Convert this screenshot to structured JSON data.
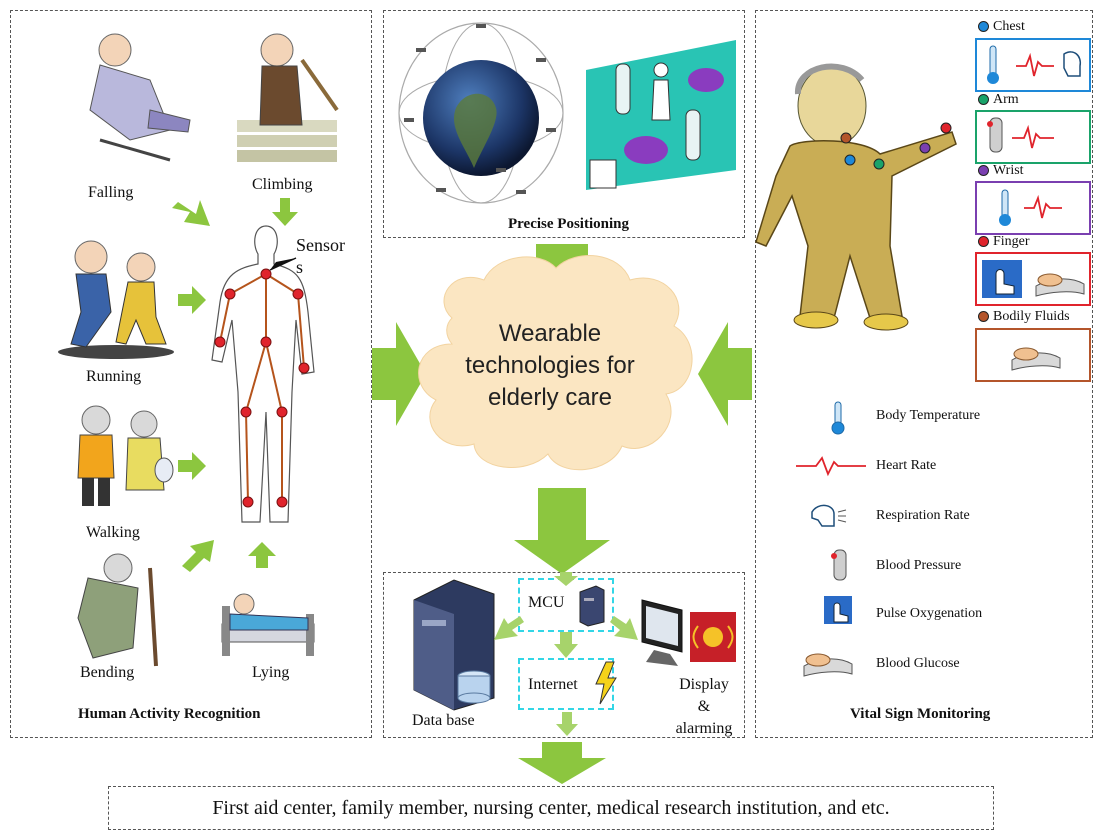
{
  "activity": {
    "title": "Human Activity Recognition",
    "labels": {
      "falling": "Falling",
      "climbing": "Climbing",
      "running": "Running",
      "walking": "Walking",
      "bending": "Bending",
      "lying": "Lying",
      "sensors": "Sensor\ns"
    }
  },
  "positioning": {
    "title": "Precise Positioning"
  },
  "center": {
    "text": "Wearable technologies for elderly care"
  },
  "processing": {
    "mcu": "MCU",
    "internet": "Internet",
    "database": "Data base",
    "display": "Display & alarming"
  },
  "vitals": {
    "title": "Vital Sign Monitoring",
    "locations": [
      {
        "name": "Chest",
        "color": "#1e88d8"
      },
      {
        "name": "Arm",
        "color": "#1aa36a"
      },
      {
        "name": "Wrist",
        "color": "#7a3fb0"
      },
      {
        "name": "Finger",
        "color": "#e0242c"
      },
      {
        "name": "Bodily Fluids",
        "color": "#b4552b"
      }
    ],
    "legend": [
      {
        "icon": "thermometer-icon",
        "label": "Body Temperature"
      },
      {
        "icon": "heart-rate-icon",
        "label": "Heart Rate"
      },
      {
        "icon": "respiration-icon",
        "label": "Respiration Rate"
      },
      {
        "icon": "blood-pressure-icon",
        "label": "Blood Pressure"
      },
      {
        "icon": "pulse-oximeter-icon",
        "label": "Pulse Oxygenation"
      },
      {
        "icon": "glucose-meter-icon",
        "label": "Blood Glucose"
      }
    ]
  },
  "footer": {
    "text": "First aid center, family member, nursing center, medical research institution, and etc."
  },
  "colors": {
    "arrow": "#8cc63f",
    "skeleton": "#b5541c",
    "joint": "#e0242c",
    "cloud": "#fbe6c2",
    "cyan": "#33d6e6"
  }
}
